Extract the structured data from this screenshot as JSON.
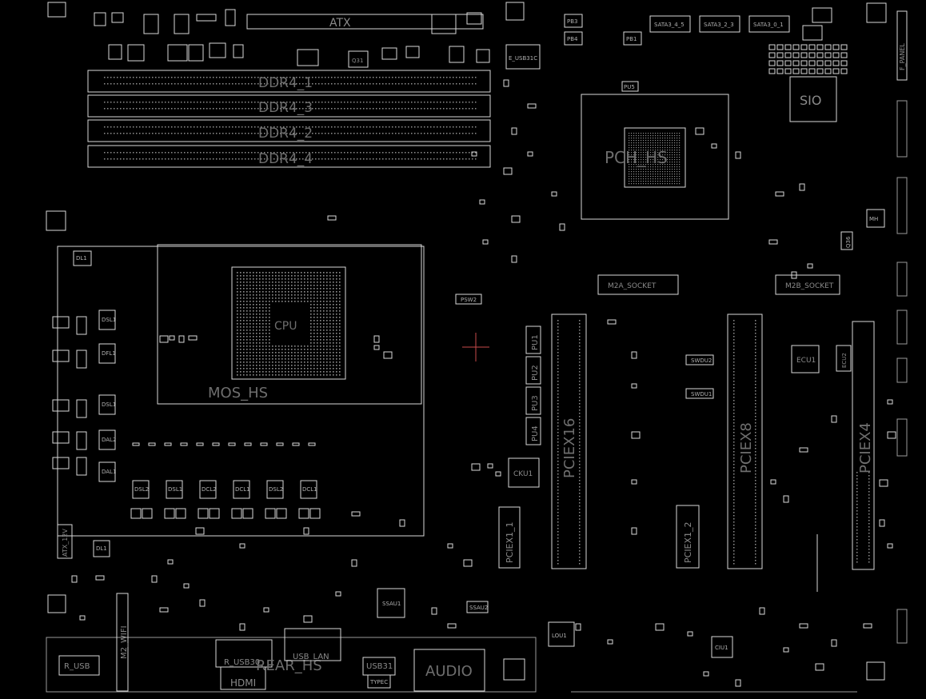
{
  "title": "",
  "colors": {
    "background": "#000000",
    "outline": "#d8d8d8",
    "label": "#8a8a8a",
    "cursor": "#c84a4a",
    "dot": "#2f8f3f"
  },
  "labels": {
    "atx": "ATX",
    "ddr": [
      "DDR4_1",
      "DDR4_3",
      "DDR4_2",
      "DDR4_4"
    ],
    "pch": "PCH_HS",
    "sio": "SIO",
    "mos": "MOS_HS",
    "cpu": "CPU",
    "m2a": "M2A_SOCKET",
    "m2b": "M2B_SOCKET",
    "pciex16": "PCIEX16",
    "pciex8": "PCIEX8",
    "pciex4": "PCIEX4",
    "pciex1_1": "PCIEX1_1",
    "pciex1_2": "PCIEX1_2",
    "psw2": "PSW2",
    "pu1": "PU1",
    "pu2": "PU2",
    "pu3": "PU3",
    "pu4": "PU4",
    "cku1": "CKU1",
    "ecu1": "ECU1",
    "ecu2": "ECU2",
    "sata1": "SATA3_4_5",
    "sata2": "SATA3_2_3",
    "sata3": "SATA3_0_1",
    "f_panel": "F_PANEL",
    "e_usb31c": "E_USB31C",
    "q31": "Q31",
    "q36": "Q36",
    "ssau1": "SSAU1",
    "ssau2": "SSAU2",
    "lou1": "LOU1",
    "ciu1": "CIU1",
    "r_usb": "R_USB",
    "r_usb30": "R_USB30",
    "hdmi": "HDMI",
    "rear_hs": "REAR_HS",
    "usb_lan": "USB_LAN",
    "usb31": "USB31",
    "typec": "TYPEC",
    "audio": "AUDIO",
    "m2_wifi": "M2_WIFI",
    "atx12v": "ATX_12V",
    "dl1": "DL1",
    "swdu1": "SWDU1",
    "swdu2": "SWDU2",
    "mh": "MH",
    "pb1": "PB1",
    "pb3": "PB3",
    "pb4": "PB4",
    "pu5": "PU5",
    "phases": [
      "DSL2",
      "DSL1",
      "DCL2",
      "DCL1",
      "DSL2",
      "DCL1"
    ],
    "left_parts": [
      "DSL1",
      "DFL1",
      "DSL1",
      "DAL2",
      "DAL1"
    ]
  }
}
